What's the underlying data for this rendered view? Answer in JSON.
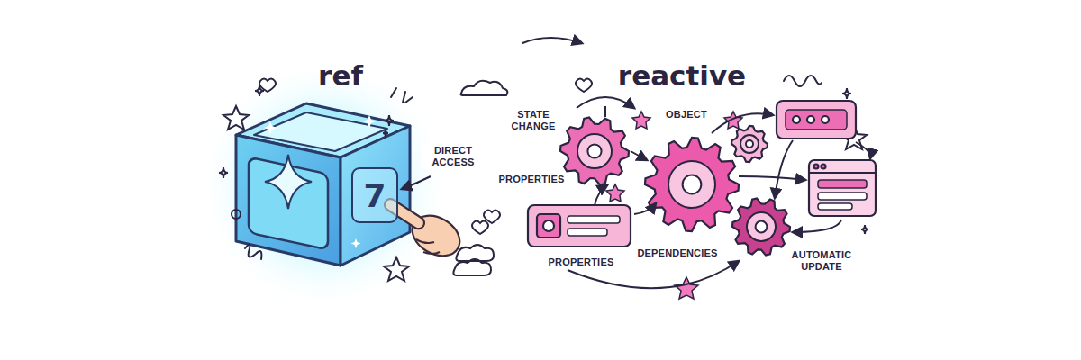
{
  "diagram": {
    "nodes": [
      {
        "text": [
          "7"
        ]
      }
    ],
    "labels": [
      "ref",
      "reactive",
      "DIRECT ACCESS",
      "STATE CHANGE",
      "OBJECT",
      "PROPERTIES",
      "PROPERTIES",
      "DEPENDENCIES",
      "AUTOMATIC UPDATE"
    ]
  }
}
